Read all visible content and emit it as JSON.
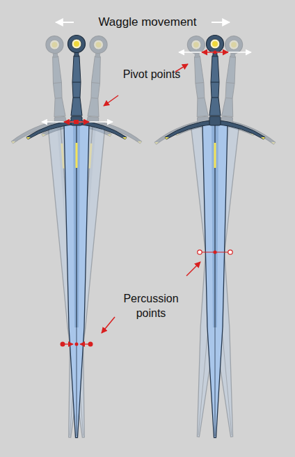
{
  "diagram": {
    "title": "Waggle movement",
    "labels": [
      "Pivot points",
      "Percussion points"
    ]
  }
}
